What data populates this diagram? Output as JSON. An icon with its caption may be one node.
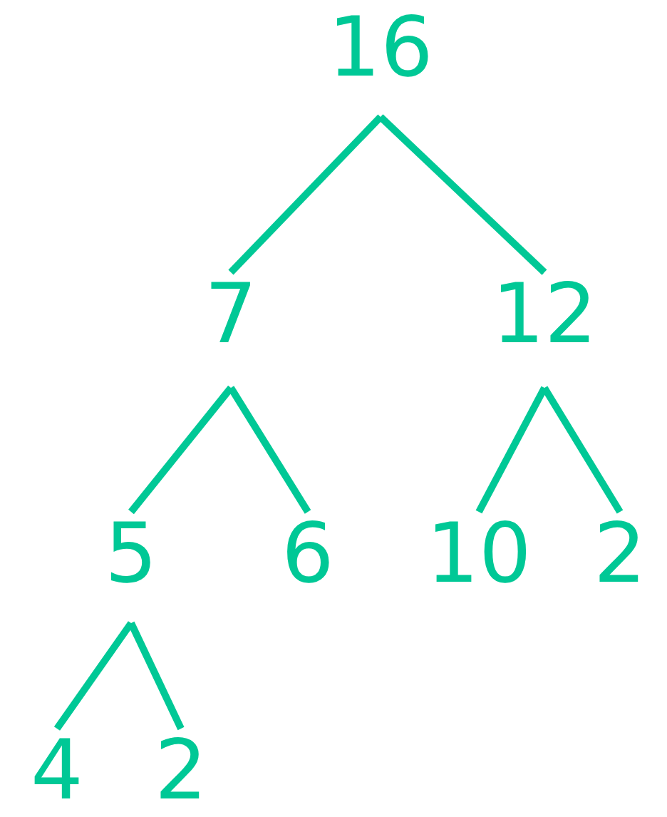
{
  "diagram": {
    "nodes": [
      {
        "text": [
          "16"
        ]
      },
      {
        "text": [
          "7"
        ]
      },
      {
        "text": [
          "12"
        ]
      },
      {
        "text": [
          "5"
        ]
      },
      {
        "text": [
          "6"
        ]
      },
      {
        "text": [
          "10"
        ]
      },
      {
        "text": [
          "2"
        ]
      },
      {
        "text": [
          "4"
        ]
      },
      {
        "text": [
          "2"
        ]
      }
    ],
    "edges": [
      {
        "from": 0,
        "to": 1,
        "arrow": "none"
      },
      {
        "from": 0,
        "to": 2,
        "arrow": "none"
      },
      {
        "from": 1,
        "to": 3,
        "arrow": "none"
      },
      {
        "from": 1,
        "to": 4,
        "arrow": "none"
      },
      {
        "from": 2,
        "to": 5,
        "arrow": "none"
      },
      {
        "from": 2,
        "to": 6,
        "arrow": "none"
      },
      {
        "from": 3,
        "to": 7,
        "arrow": "none"
      },
      {
        "from": 3,
        "to": 8,
        "arrow": "none"
      }
    ]
  }
}
